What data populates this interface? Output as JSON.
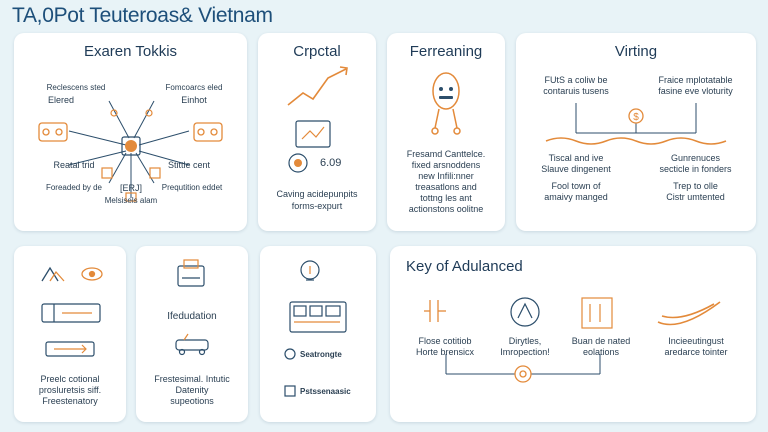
{
  "title": "TA,0Pot Teuteroas& Vietnam",
  "colors": {
    "background": "#e8f3f7",
    "accent": "#e38a3a",
    "teal": "#2f8a8a",
    "navy": "#1f3b57"
  },
  "cards": {
    "card1": {
      "title": "Exaren Tokkis",
      "labels": [
        "Reclescens sted",
        "Elered",
        "Fomcoarcs eled",
        "Einhot",
        "Reatal trid",
        "Stittle cent",
        "Foreaded by de",
        "[ERJ]",
        "Prequtition eddet",
        "Melsisels alam"
      ]
    },
    "card2": {
      "title": "Crpctal",
      "value": "6.09",
      "caption": [
        "Caving acidepunpits",
        "forms-expurt"
      ]
    },
    "card3": {
      "title": "Ferreaning",
      "caption": [
        "Fresamd Canttelce.",
        "fixed arsnoddens",
        "new Infili:nner",
        "treasatlons and",
        "tottng les ant",
        "actionstons oolitne"
      ]
    },
    "card4": {
      "title": "Virting",
      "left_top": [
        "FUtS a coliw be",
        "contaruis tusens"
      ],
      "right_top": [
        "Fraice mplotatable",
        "fasine eve vloturity"
      ],
      "left_mid": [
        "Tiscal and ive",
        "Slauve dingenent"
      ],
      "right_mid": [
        "Gunrenuces",
        "secticle in fonders"
      ],
      "left_bot": [
        "Fool town of",
        "amaivy manged"
      ],
      "right_bot": [
        "Trep to olle",
        "Cistr umtented"
      ]
    },
    "card5": {
      "caption": [
        "Preelc cotional",
        "prosluretsis siff.",
        "Freestenatory"
      ]
    },
    "card6": {
      "label": "Ifedudation",
      "caption": [
        "Frestesimal. Intutic",
        "Datenity",
        "supeotions"
      ]
    },
    "card7": {
      "label1": "Seatrongte",
      "label2": "Pstssenaasic"
    },
    "card8": {
      "title": "Key of Adulanced",
      "items": [
        [
          "Flose cotitiob",
          "Horte brensicx"
        ],
        [
          "Dirytles,",
          "Imropection!"
        ],
        [
          "Buan de nated",
          "eolations"
        ],
        [
          "Incieeutingust",
          "aredarce tointer"
        ]
      ]
    }
  }
}
